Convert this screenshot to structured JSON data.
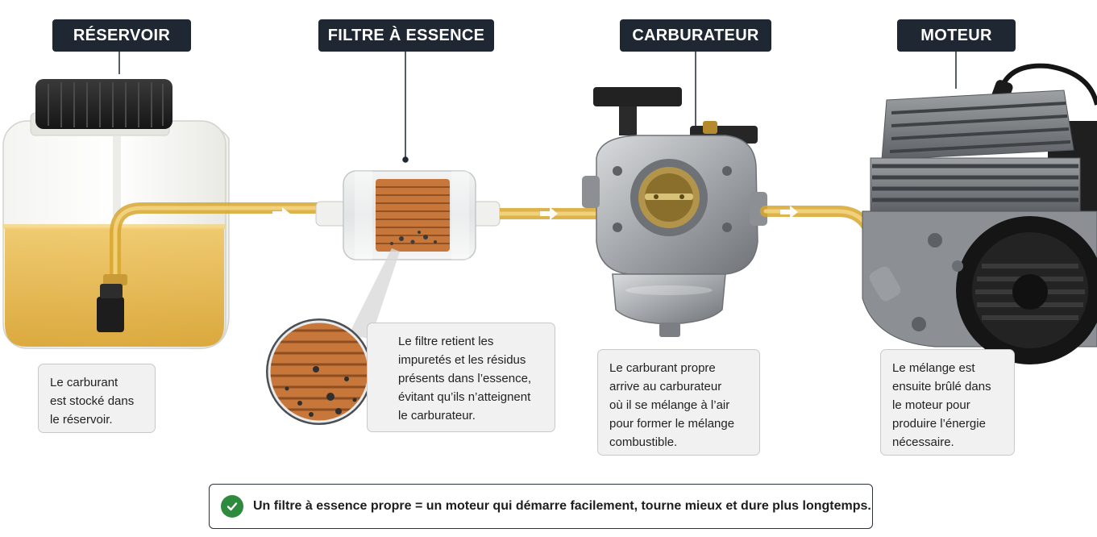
{
  "labels": {
    "reservoir": "RÉSERVOIR",
    "filter": "FILTRE À ESSENCE",
    "carburetor": "CARBURATEUR",
    "engine": "MOTEUR"
  },
  "notes": {
    "reservoir": "Le carburant\nest stocké dans\nle réservoir.",
    "filter": "Le filtre retient les\nimpuretés et les résidus\nprésents dans l’essence,\névitant qu’ils n’atteignent\nle carburateur.",
    "carburetor": "Le carburant propre\narrive au carburateur\noù il se mélange à l’air\npour former le mélange\ncombustible.",
    "engine": "Le mélange est\nensuite brûlé dans\nle moteur pour\nproduire l’énergie\nnécessaire."
  },
  "footer": {
    "message": "Un filtre à essence propre = un moteur qui démarre facilement, tourne mieux et dure plus longtemps.",
    "icon": "check-circle-icon",
    "icon_color": "#2e8b3e"
  },
  "colors": {
    "tag_bg": "#1f2733",
    "fuel": "#e3b73f",
    "filter_element": "#c8773a"
  }
}
